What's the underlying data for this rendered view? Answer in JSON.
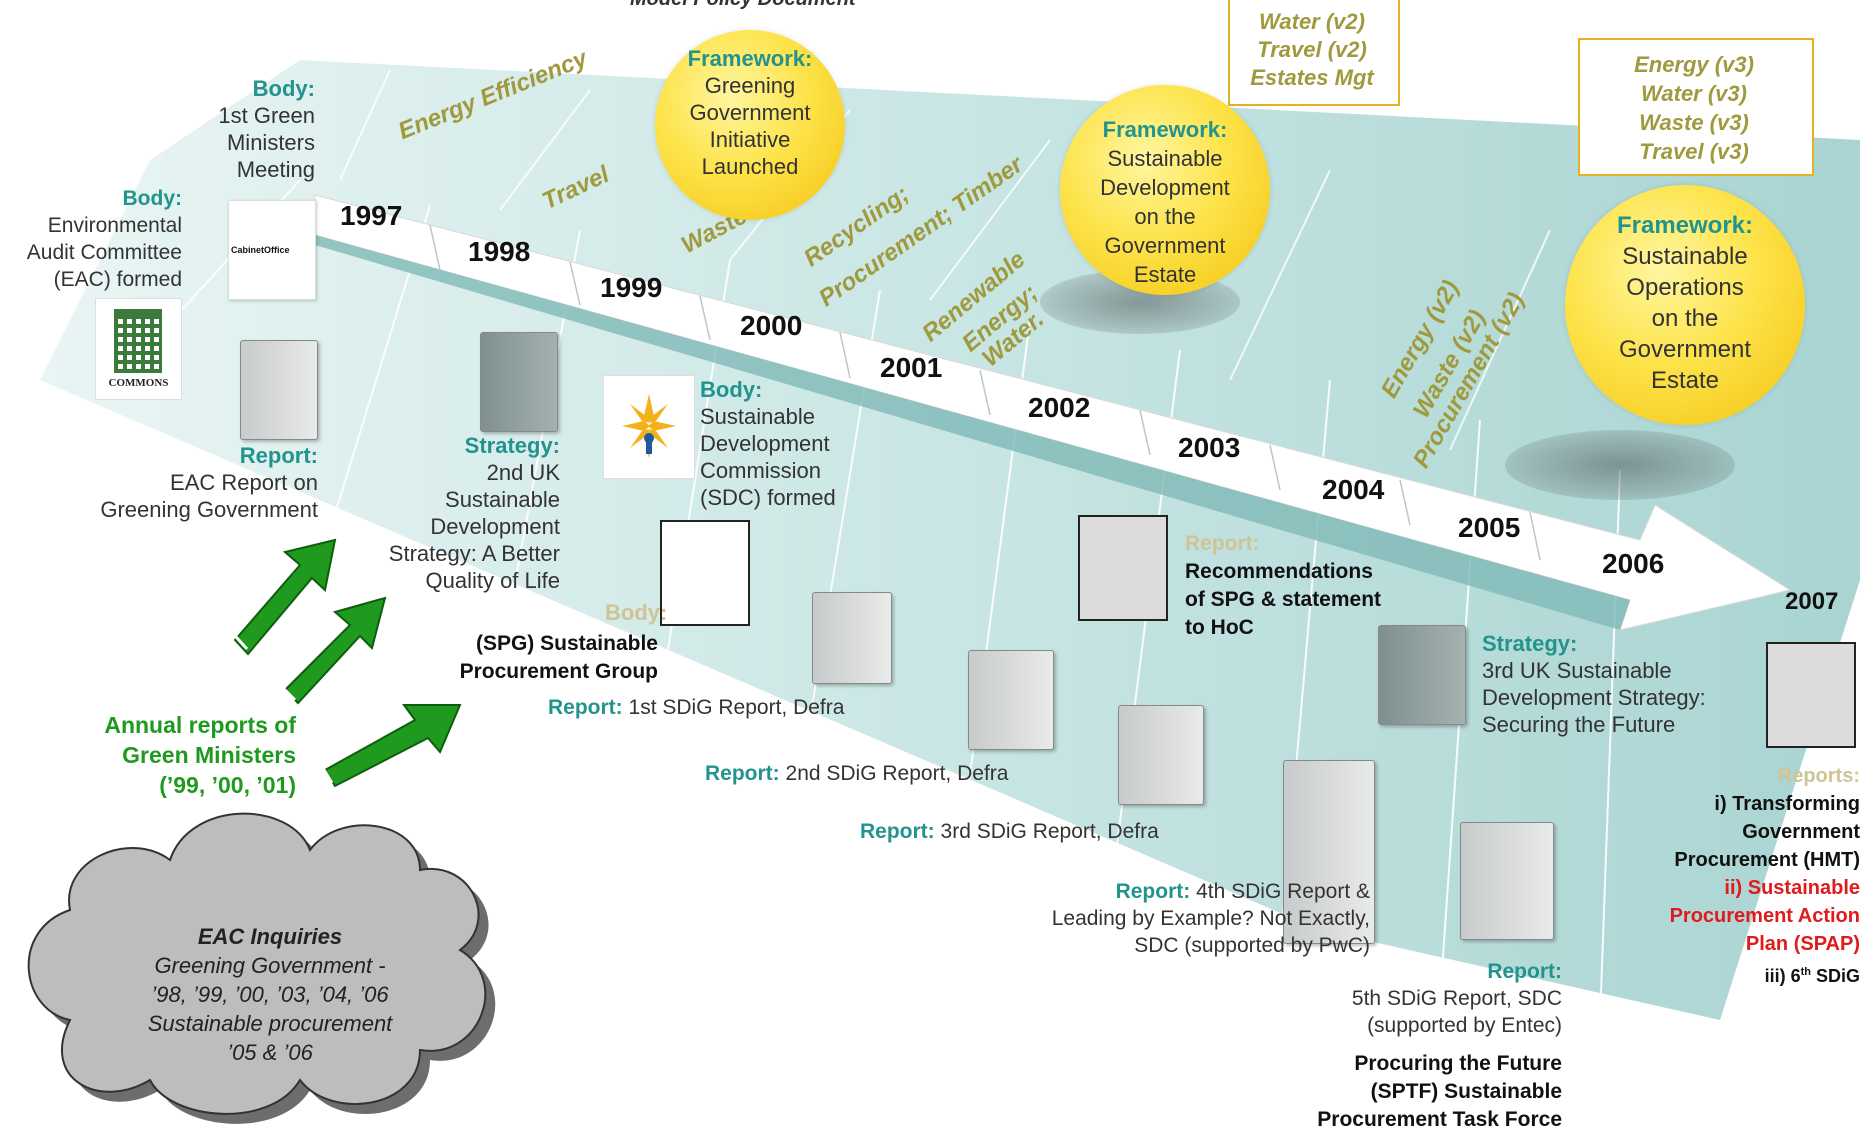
{
  "top_caption": "Model Policy Document",
  "years": [
    "1997",
    "1998",
    "1999",
    "2000",
    "2001",
    "2002",
    "2003",
    "2004",
    "2005",
    "2006",
    "2007"
  ],
  "themes": {
    "energy_efficiency": "Energy Efficiency",
    "travel": "Travel",
    "waste": "Waste",
    "recycling": "Recycling;",
    "procurement_timber": "Procurement; Timber",
    "renewable": "Renewable",
    "energy_water": "Energy;",
    "water": "Water.",
    "energy_v2": "Energy (v2)",
    "waste_v2": "Waste (v2)",
    "procurement_v2": "Procurement (v2)"
  },
  "box_v2": [
    "Water (v2)",
    "Travel (v2)",
    "Estates Mgt"
  ],
  "box_v3": [
    "Energy (v3)",
    "Water (v3)",
    "Waste (v3)",
    "Travel (v3)"
  ],
  "framework1": {
    "heading": "Framework:",
    "lines": [
      "Greening",
      "Government",
      "Initiative",
      "Launched"
    ]
  },
  "framework2": {
    "heading": "Framework:",
    "lines": [
      "Sustainable",
      "Development",
      "on the",
      "Government",
      "Estate"
    ]
  },
  "framework3": {
    "heading": "Framework:",
    "lines": [
      "Sustainable",
      "Operations",
      "on the",
      "Government",
      "Estate"
    ]
  },
  "body_gm": {
    "heading": "Body:",
    "lines": [
      "1st Green",
      "Ministers",
      "Meeting"
    ]
  },
  "body_eac": {
    "heading": "Body:",
    "lines": [
      "Environmental",
      "Audit Committee",
      "(EAC) formed"
    ]
  },
  "logo_cabinet": "CabinetOffice",
  "logo_commons": "COMMONS",
  "report_eac": {
    "heading": "Report:",
    "lines": [
      "EAC Report on",
      "Greening Government"
    ]
  },
  "strategy2": {
    "heading": "Strategy:",
    "lines": [
      "2nd UK",
      "Sustainable",
      "Development",
      "Strategy: A Better",
      "Quality of Life"
    ]
  },
  "body_sdc": {
    "heading": "Body:",
    "lines": [
      "Sustainable",
      "Development",
      "Commission",
      "(SDC) formed"
    ]
  },
  "body_spg": {
    "heading": "Body:",
    "lines": [
      "(SPG) Sustainable",
      "Procurement Group"
    ]
  },
  "report_spg": {
    "heading": "Report:",
    "lines": [
      "Recommendations",
      "of SPG & statement",
      "to HoC"
    ]
  },
  "report1": {
    "heading": "Report:",
    "text": "1st SDiG Report, Defra"
  },
  "report2": {
    "heading": "Report:",
    "text": "2nd SDiG Report, Defra"
  },
  "report3": {
    "heading": "Report:",
    "text": "3rd SDiG Report, Defra"
  },
  "report4": {
    "heading": "Report:",
    "lines": [
      "4th SDiG Report &",
      "Leading by Example? Not Exactly,",
      "SDC (supported by PwC)"
    ]
  },
  "report5": {
    "heading": "Report:",
    "lines": [
      "5th SDiG Report, SDC",
      "(supported by Entec)"
    ]
  },
  "sptf": [
    "Procuring the Future",
    "(SPTF) Sustainable",
    "Procurement Task Force"
  ],
  "strategy3": {
    "heading": "Strategy:",
    "lines": [
      "3rd UK Sustainable",
      "Development Strategy:",
      "Securing the Future"
    ]
  },
  "reports2007": {
    "heading": "Reports:",
    "black1": [
      "i) Transforming",
      "Government",
      "Procurement (HMT)"
    ],
    "red": [
      "ii) Sustainable",
      "Procurement Action",
      "Plan (SPAP)"
    ],
    "black2_prefix": "iii) 6",
    "black2_sup": "th",
    "black2_suffix": " SDiG"
  },
  "annual": [
    "Annual reports of",
    "Green Ministers",
    "(’99, ’00, ’01)"
  ],
  "cloud": {
    "title": "EAC Inquiries",
    "lines": [
      "Greening Government -",
      "’98, ’99, ’00, ’03, ’04, ’06",
      "Sustainable procurement",
      "’05 & ’06"
    ]
  },
  "colors": {
    "teal": "#23938e",
    "tan": "#cfc594",
    "olive": "#a09a3f",
    "green": "#1f9a1f",
    "red": "#e01b1b",
    "band": "#bfe0de",
    "sun": "#f5c518"
  }
}
